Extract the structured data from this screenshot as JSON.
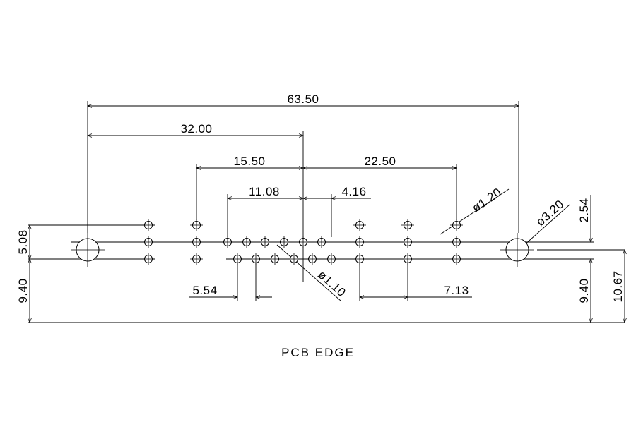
{
  "dimensions": {
    "overall_width": "63.50",
    "center_to_mount": "32.00",
    "left_span": "15.50",
    "right_span": "22.50",
    "inner_left": "11.08",
    "inner_right": "4.16",
    "pitch_bottom_left": "5.54",
    "pitch_bottom_right": "7.13",
    "row_spacing_left": "5.08",
    "left_height": "9.40",
    "right_height": "9.40",
    "right_total_height": "10.67",
    "right_top_offset": "2.54",
    "hole_large_diameter": "ø1.20",
    "hole_mount_diameter": "ø3.20",
    "hole_pin_diameter": "ø1.10"
  },
  "caption": "PCB EDGE"
}
